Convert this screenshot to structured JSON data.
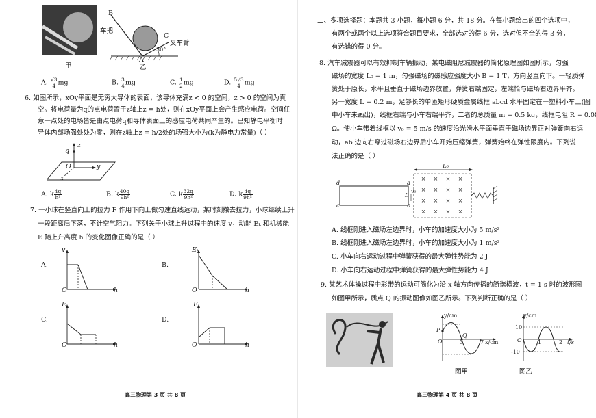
{
  "left": {
    "q5": {
      "fig_left_label": "甲",
      "fig_right_label": "乙",
      "label_B": "B",
      "label_A": "A",
      "label_C": "C",
      "label_handle": "车把",
      "label_arm": "叉车臂",
      "label_angle": "30°",
      "options": [
        {
          "letter": "A.",
          "num": "√3",
          "den": "4",
          "unit": "mg"
        },
        {
          "letter": "B.",
          "num": "3",
          "den": "4",
          "unit": "mg"
        },
        {
          "letter": "C.",
          "num": "1",
          "den": "2",
          "unit": "mg"
        },
        {
          "letter": "D.",
          "num": "5√3",
          "den": "4",
          "unit": "mg"
        }
      ]
    },
    "q6": {
      "lines": [
        "6. 如图所示，xOy平面是无穷大导体的表面，该导体充满z < 0 的空间，z > 0 的空间为真",
        "空。将电荷量为q的点电荷置于z轴上z = h处，则在xOy平面上会产生感应电荷。空间任",
        "意一点处的电场皆是由点电荷q和导体表面上的感应电荷共同产生的。已知静电平衡时",
        "导体内部场强处处为零，则在z轴上z = h/2处的场强大小为(k为静电力常量)（     ）"
      ],
      "fig_labels": {
        "q": "q",
        "z": "z",
        "o": "O",
        "y": "y",
        "x": "x"
      },
      "options": [
        {
          "letter": "A.",
          "k": "k",
          "num": "4q",
          "den": "h²"
        },
        {
          "letter": "B.",
          "k": "k",
          "num": "40q",
          "den": "9h²"
        },
        {
          "letter": "C.",
          "k": "k",
          "num": "32q",
          "den": "9h²"
        },
        {
          "letter": "D.",
          "k": "k",
          "num": "4q",
          "den": "9h²"
        }
      ]
    },
    "q7": {
      "lines": [
        "7. 一小球在竖直向上的拉力 F 作用下向上做匀速直线运动，某时刻撤去拉力，小球继续上升",
        "一段距离后下落，不计空气阻力。下列关于小球上升过程中的速度 v，动能 Eₖ 和机械能",
        "E 随上升高度 h 的变化图像正确的是（     ）"
      ],
      "graphs": [
        {
          "letter": "A.",
          "y": "v",
          "o": "O",
          "x": "h"
        },
        {
          "letter": "B.",
          "y": "Eₖ",
          "o": "O",
          "x": "h"
        },
        {
          "letter": "C.",
          "y": "E",
          "o": "O",
          "x": "h"
        },
        {
          "letter": "D.",
          "y": "E",
          "o": "O",
          "x": "h"
        }
      ]
    },
    "footer": "高三物理第 3 页 共 8 页"
  },
  "right": {
    "section2": [
      "二、多项选择题：本题共 3 小题，每小题 6 分，共 18 分。在每小题给出的四个选项中，",
      "有两个或两个以上选项符合题目要求，全部选对的得 6 分，选对但不全的得 3 分，",
      "有选错的得 0 分。"
    ],
    "q8": {
      "lines": [
        "8. 汽车减震器可以有效抑制车辆振动，某电磁阻尼减震器的简化原理图如图所示，匀强",
        "磁场的宽度 L₀ = 1 m，匀强磁场的磁感应强度大小 B = 1 T，方向竖直向下。一轻质弹",
        "簧处于原长，水平且垂直于磁场边界放置，弹簧右端固定，左端恰与磁场右边界平齐。",
        "另一宽度 L = 0.2 m，足够长的单匝矩形硬质金属线框 abcd 水平固定在一塑料小车上(图",
        "中小车未画出)，线框右端与小车右端平齐，二者的总质量 m = 0.5 kg，线框电阻 R = 0.08",
        "Ω。使小车带着线框以 v₀ = 5 m/s 的速度沿光滑水平面垂直于磁场边界正对弹簧向右运",
        "动，ab 边向右穿过磁场右边界后小车开始压缩弹簧，弹簧始终在弹性限度内。下列说",
        "法正确的是（     ）"
      ],
      "fig_labels": {
        "L0": "L₀",
        "a": "a",
        "b": "b",
        "c": "c",
        "d": "d",
        "L": "L",
        "v0": "v₀"
      },
      "options": [
        "A. 线框刚进入磁场左边界时，小车的加速度大小为 5 m/s²",
        "B. 线框刚进入磁场左边界时，小车的加速度大小为 1 m/s²",
        "C. 小车向右运动过程中弹簧获得的最大弹性势能为 2 J",
        "D. 小车向右运动过程中弹簧获得的最大弹性势能为 4 J"
      ]
    },
    "q9": {
      "lines": [
        "9. 某艺术体操过程中彩带的运动可简化为沿 x 轴方向传播的简谐横波，t = 1 s 时的波形图",
        "如图甲所示，质点 Q 的振动图像如图乙所示。下列判断正确的是（     ）"
      ],
      "wave": {
        "ylabel": "y/cm",
        "xlabel": "x/cm",
        "P": "P",
        "Q": "Q",
        "O": "O",
        "t3": "3",
        "t7": "7",
        "caption": "图甲"
      },
      "vib": {
        "ylabel": "y/cm",
        "xlabel": "t/s",
        "O": "O",
        "t1": "1",
        "t2": "2",
        "y10": "10",
        "yn10": "-10",
        "caption": "图乙"
      }
    },
    "footer": "高三物理第 4 页 共 8 页"
  }
}
